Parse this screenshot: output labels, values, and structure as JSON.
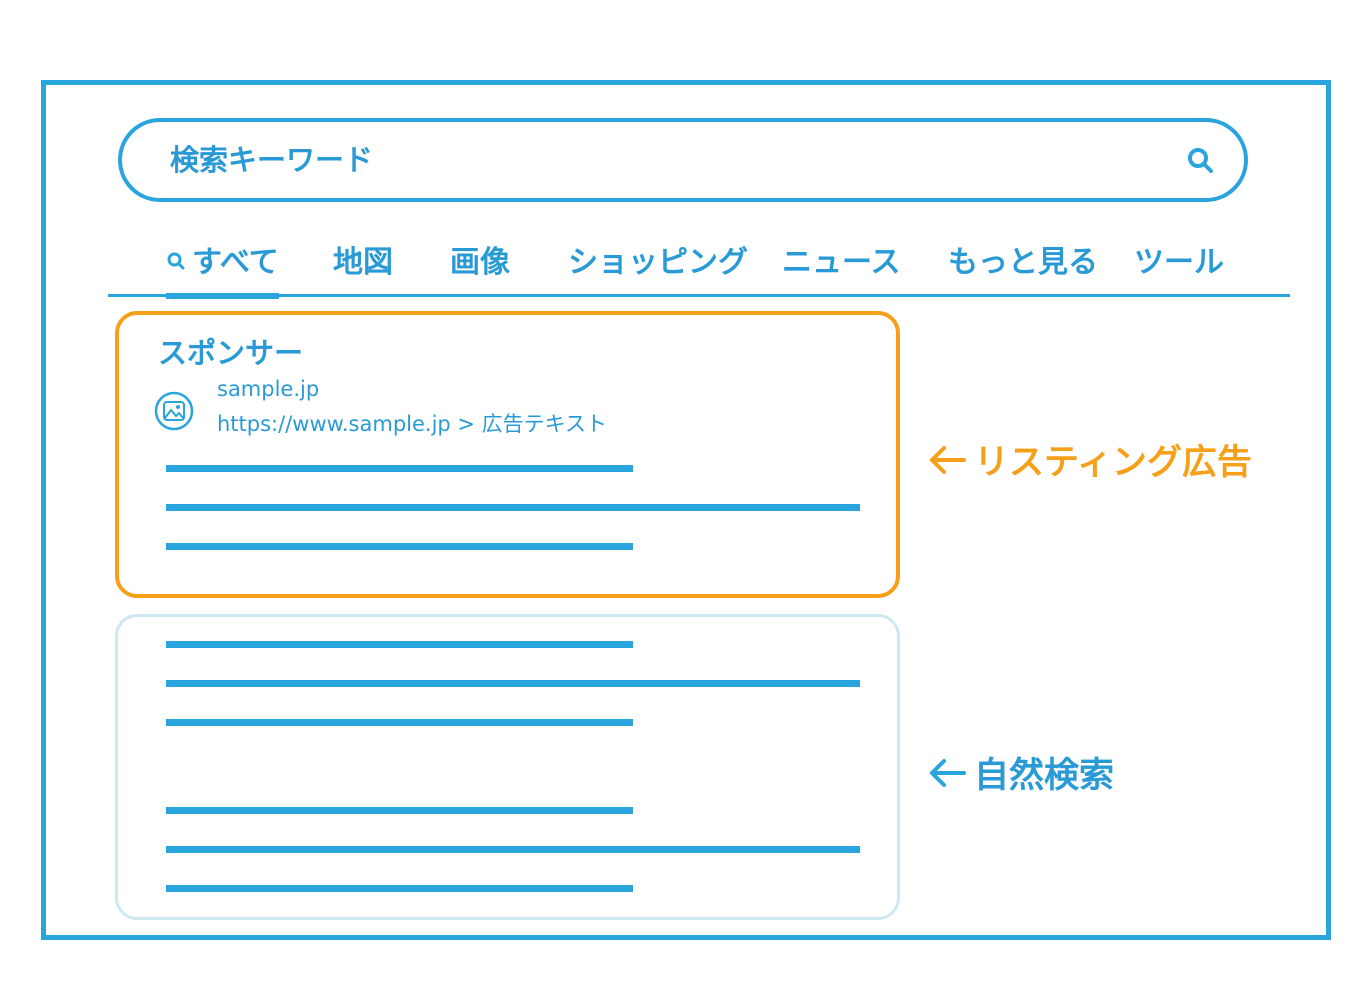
{
  "search": {
    "placeholder": "検索キーワード"
  },
  "tabs": [
    {
      "label": "すべて",
      "active": true
    },
    {
      "label": "地図"
    },
    {
      "label": "画像"
    },
    {
      "label": "ショッピング"
    },
    {
      "label": "ニュース"
    },
    {
      "label": "もっと見る"
    },
    {
      "label": "ツール"
    }
  ],
  "ad": {
    "label": "スポンサー",
    "site_name": "sample.jp",
    "site_url": "https://www.sample.jp > 広告テキスト"
  },
  "annotations": {
    "listing": "リスティング広告",
    "organic": "自然検索"
  },
  "colors": {
    "primary": "#29a4dc",
    "accent": "#f6a01a",
    "organic_border": "#cde8f2"
  },
  "icons": {
    "search": "search-icon",
    "site": "image-icon",
    "arrow": "arrow-left-icon"
  }
}
